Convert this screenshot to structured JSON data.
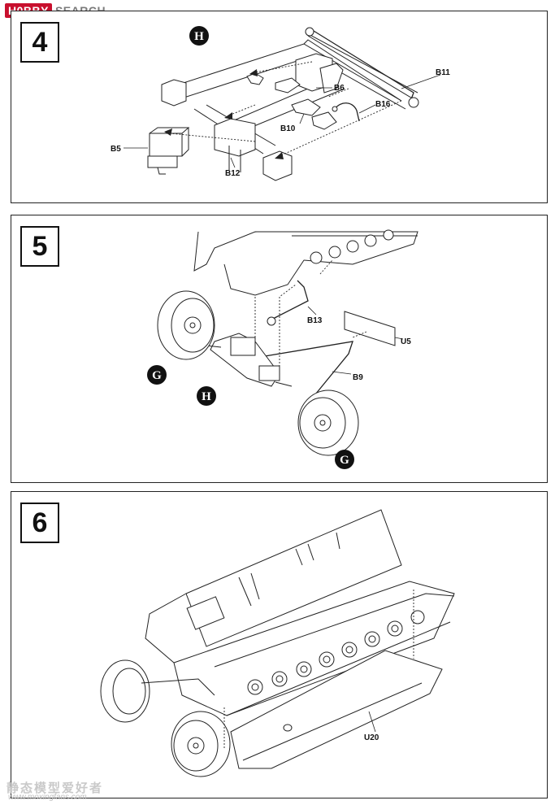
{
  "watermark_top": {
    "logo": "H0BBY",
    "word": "SEARCH"
  },
  "watermark_bottom": {
    "chinese": "静态模型爱好者",
    "url": "www.moxingfans.com"
  },
  "steps": [
    {
      "number": "4",
      "badges": [
        "H"
      ],
      "parts": [
        "B11",
        "B6",
        "B16",
        "B10",
        "B5",
        "B12"
      ]
    },
    {
      "number": "5",
      "badges": [
        "G",
        "H",
        "G"
      ],
      "parts": [
        "B13",
        "U5",
        "B9"
      ]
    },
    {
      "number": "6",
      "badges": [],
      "parts": [
        "U20"
      ]
    }
  ]
}
